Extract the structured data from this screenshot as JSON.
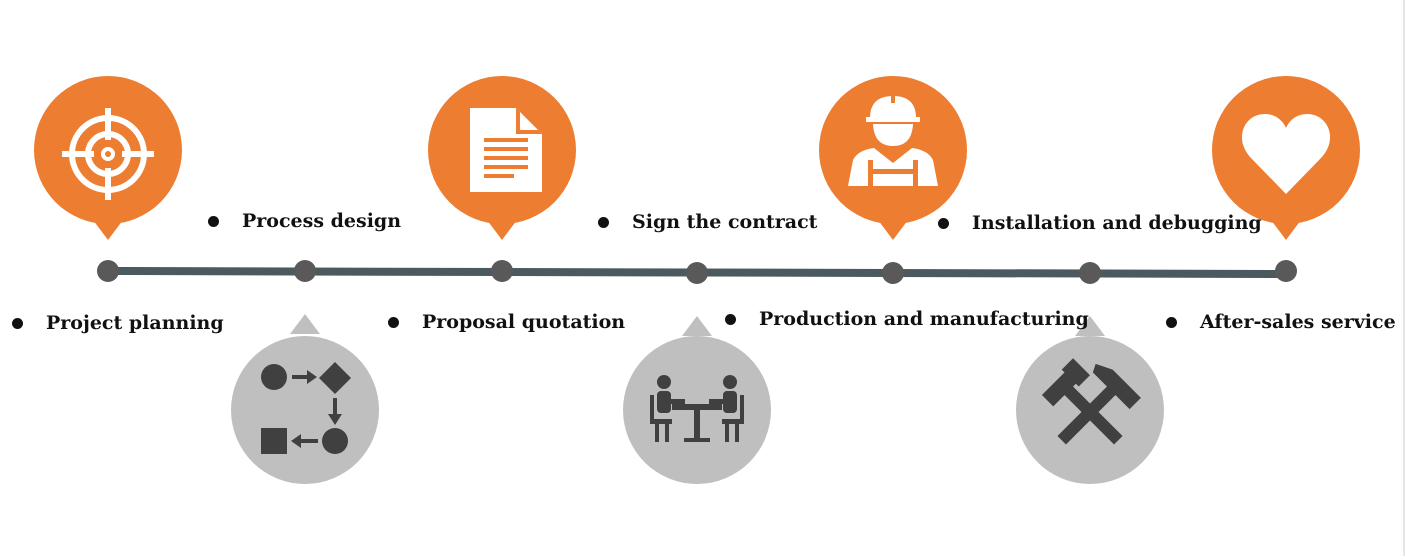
{
  "colors": {
    "orange": "#ED7D31",
    "gray": "#BFBFBF",
    "icon_dark": "#404040",
    "line": "#4A5A5E",
    "node": "#595959"
  },
  "steps": [
    {
      "label": "Project planning",
      "icon": "target-icon"
    },
    {
      "label": "Process design",
      "icon": "flowchart-icon"
    },
    {
      "label": "Proposal quotation",
      "icon": "document-icon"
    },
    {
      "label": "Sign the contract",
      "icon": "meeting-icon"
    },
    {
      "label": "Production and manufacturing",
      "icon": "worker-icon"
    },
    {
      "label": "Installation and debugging",
      "icon": "tools-icon"
    },
    {
      "label": "After-sales service",
      "icon": "heart-icon"
    }
  ]
}
